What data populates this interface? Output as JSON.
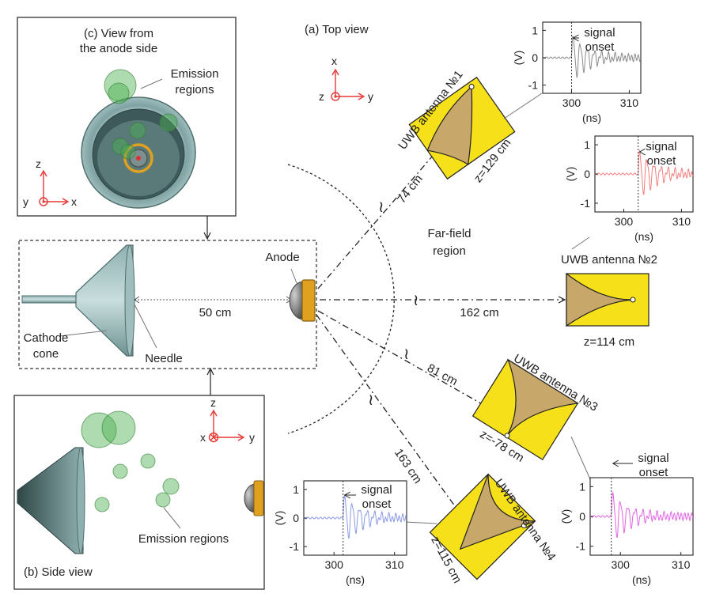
{
  "panels": {
    "top_view_label": "(a)  Top view",
    "side_view_label": "(b)  Side view",
    "anode_view_label_line1": "(c)  View from",
    "anode_view_label_line2": "the anode side"
  },
  "axes_labels": {
    "x": "x",
    "y": "y",
    "z": "z"
  },
  "setup": {
    "anode": "Anode",
    "cathode_line1": "Cathode",
    "cathode_line2": "cone",
    "needle": "Needle",
    "gap": "50 cm",
    "far_field_line1": "Far-field",
    "far_field_line2": "region",
    "emission_line1": "Emission",
    "emission_line2": "regions",
    "emission_side": "Emission regions"
  },
  "antennas": [
    {
      "name": "UWB antenna №1",
      "distance": "74 cm",
      "z": "z=129 cm"
    },
    {
      "name": "UWB antenna №2",
      "distance": "162 cm",
      "z": "z=114 cm"
    },
    {
      "name": "UWB antenna №3",
      "distance": "81 cm",
      "z": "z=-78 cm"
    },
    {
      "name": "UWB antenna №4",
      "distance": "163 cm",
      "z": "z=115 cm"
    }
  ],
  "signal_plots": [
    {
      "id": "ant1",
      "color": "#8a8a8a",
      "onset_ns": 300,
      "x_ticks": [
        "300",
        "310"
      ],
      "y_ticks": [
        "1",
        "0",
        "-1"
      ],
      "xlabel": "(ns)",
      "ylabel": "(V)",
      "annotation_line1": "signal",
      "annotation_line2": "onset"
    },
    {
      "id": "ant2",
      "color": "#f08080",
      "onset_ns": 302.5,
      "x_ticks": [
        "300",
        "310"
      ],
      "y_ticks": [
        "1",
        "0",
        "-1"
      ],
      "xlabel": "(ns)",
      "ylabel": "(V)",
      "annotation_line1": "signal",
      "annotation_line2": "onset"
    },
    {
      "id": "ant3",
      "color": "#e066e0",
      "onset_ns": 298.5,
      "x_ticks": [
        "300",
        "310"
      ],
      "y_ticks": [
        "1",
        "0",
        "-1"
      ],
      "xlabel": "(ns)",
      "ylabel": "(V)",
      "annotation_line1": "signal",
      "annotation_line2": "onset"
    },
    {
      "id": "ant4",
      "color": "#8a9ae8",
      "onset_ns": 301.5,
      "x_ticks": [
        "300",
        "310"
      ],
      "y_ticks": [
        "1",
        "0",
        "-1"
      ],
      "xlabel": "(ns)",
      "ylabel": "(V)",
      "annotation_line1": "signal",
      "annotation_line2": "onset"
    }
  ]
}
